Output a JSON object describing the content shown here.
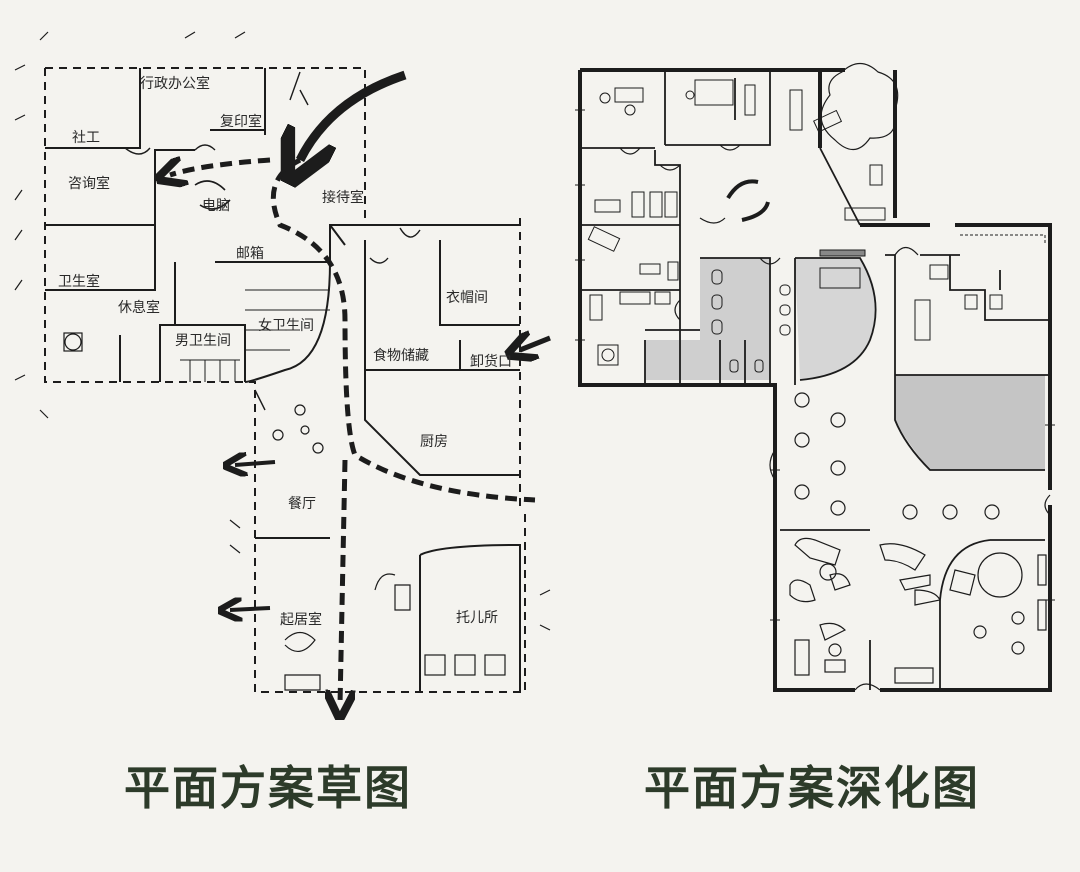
{
  "sketch_plan": {
    "title": "平面方案草图",
    "rooms": {
      "admin_office": "行政办公室",
      "copy_room": "复印室",
      "social_work": "社工",
      "counseling": "咨询室",
      "computer": "电脑",
      "reception": "接待室",
      "mailbox": "邮箱",
      "restroom_unit": "卫生室",
      "break_room": "休息室",
      "mens_restroom": "男卫生间",
      "womens_restroom": "女卫生间",
      "food_storage": "食物储藏",
      "cloakroom": "衣帽间",
      "unloading": "卸货口",
      "kitchen": "厨房",
      "dining": "餐厅",
      "living_room": "起居室",
      "nursery": "托儿所"
    }
  },
  "detailed_plan": {
    "title": "平面方案深化图"
  },
  "colors": {
    "ink": "#1c1c1c",
    "caption": "#2d3b2a",
    "paper": "#f4f3ef",
    "shade": "#c9c9c9"
  }
}
